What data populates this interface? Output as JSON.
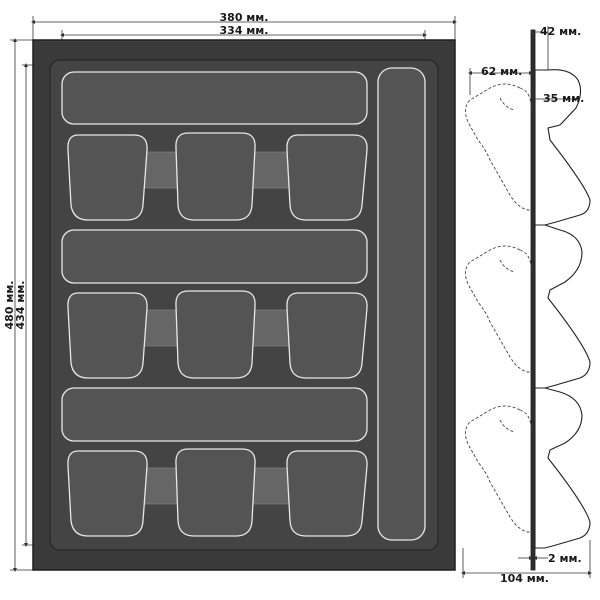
{
  "dimensions": {
    "outer_width": "380 мм.",
    "inner_width": "334 мм.",
    "outer_height": "480 мм.",
    "inner_height": "434 мм.",
    "profile_top_width": "42 мм.",
    "profile_lip_width": "62 мм.",
    "profile_lip_height": "35 мм.",
    "profile_wall_thickness": "2 мм.",
    "profile_total_depth": "104 мм."
  }
}
